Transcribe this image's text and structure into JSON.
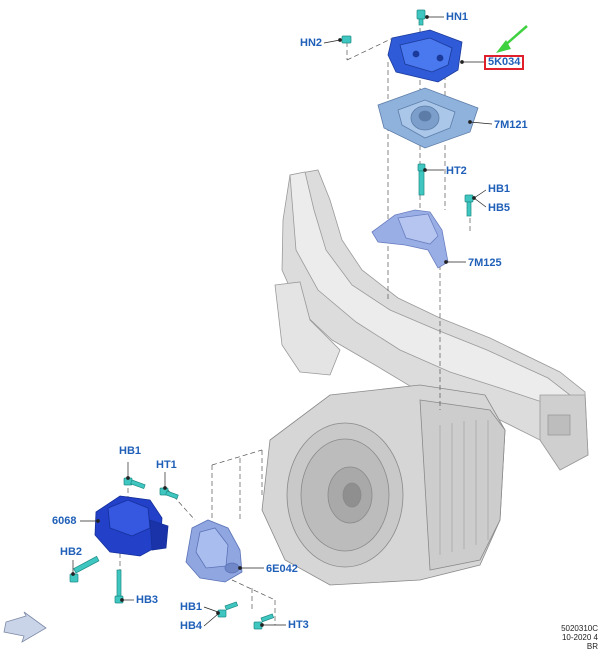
{
  "callouts": {
    "hn1": "HN1",
    "hn2": "HN2",
    "p5k034": "5K034",
    "p7m121": "7M121",
    "ht2": "HT2",
    "hb1_top": "HB1",
    "hb5": "HB5",
    "p7m125": "7M125",
    "hb1_left": "HB1",
    "ht1": "HT1",
    "p6068": "6068",
    "hb2": "HB2",
    "hb3": "HB3",
    "p6e042": "6E042",
    "hb1_bottom": "HB1",
    "hb4": "HB4",
    "ht3": "HT3"
  },
  "footer": {
    "line1": "5020310C",
    "line2": "10-2020 4",
    "line3": "BR"
  },
  "colors": {
    "callout_text": "#1f5fb8",
    "highlight_box": "#e0202a",
    "pointer_arrow": "#3fd13f",
    "mount_blue": "#2f5bd8",
    "bolt_teal": "#3fc6c0",
    "frame_gray": "#d8d8d8"
  }
}
